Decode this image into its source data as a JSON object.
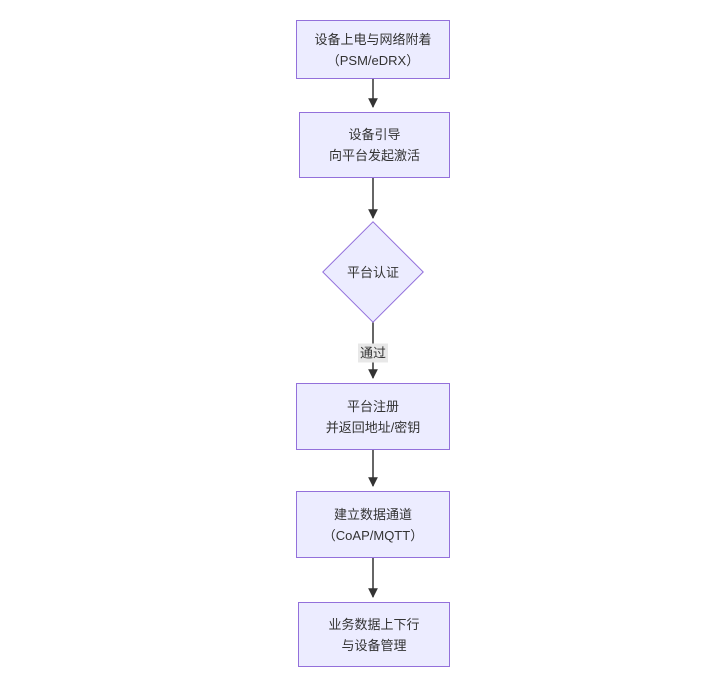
{
  "flowchart": {
    "type": "flowchart-vertical",
    "colors": {
      "node_fill": "#ECECFF",
      "node_border": "#9370DB",
      "arrow": "#333333",
      "edge_label_bg": "#e8e8e8",
      "text": "#333333",
      "background": "#ffffff"
    },
    "nodes": [
      {
        "id": "power-attach",
        "shape": "rect",
        "lines": [
          "设备上电与网络附着",
          "（PSM/eDRX）"
        ]
      },
      {
        "id": "bootstrap",
        "shape": "rect",
        "lines": [
          "设备引导",
          "向平台发起激活"
        ]
      },
      {
        "id": "platform-auth",
        "shape": "diamond",
        "lines": [
          "平台认证"
        ]
      },
      {
        "id": "platform-register",
        "shape": "rect",
        "lines": [
          "平台注册",
          "并返回地址/密钥"
        ]
      },
      {
        "id": "data-channel",
        "shape": "rect",
        "lines": [
          "建立数据通道",
          "（CoAP/MQTT）"
        ]
      },
      {
        "id": "business-data",
        "shape": "rect",
        "lines": [
          "业务数据上下行",
          "与设备管理"
        ]
      }
    ],
    "edges": [
      {
        "from": "power-attach",
        "to": "bootstrap",
        "label": ""
      },
      {
        "from": "bootstrap",
        "to": "platform-auth",
        "label": ""
      },
      {
        "from": "platform-auth",
        "to": "platform-register",
        "label": "通过"
      },
      {
        "from": "platform-register",
        "to": "data-channel",
        "label": ""
      },
      {
        "from": "data-channel",
        "to": "business-data",
        "label": ""
      }
    ]
  }
}
